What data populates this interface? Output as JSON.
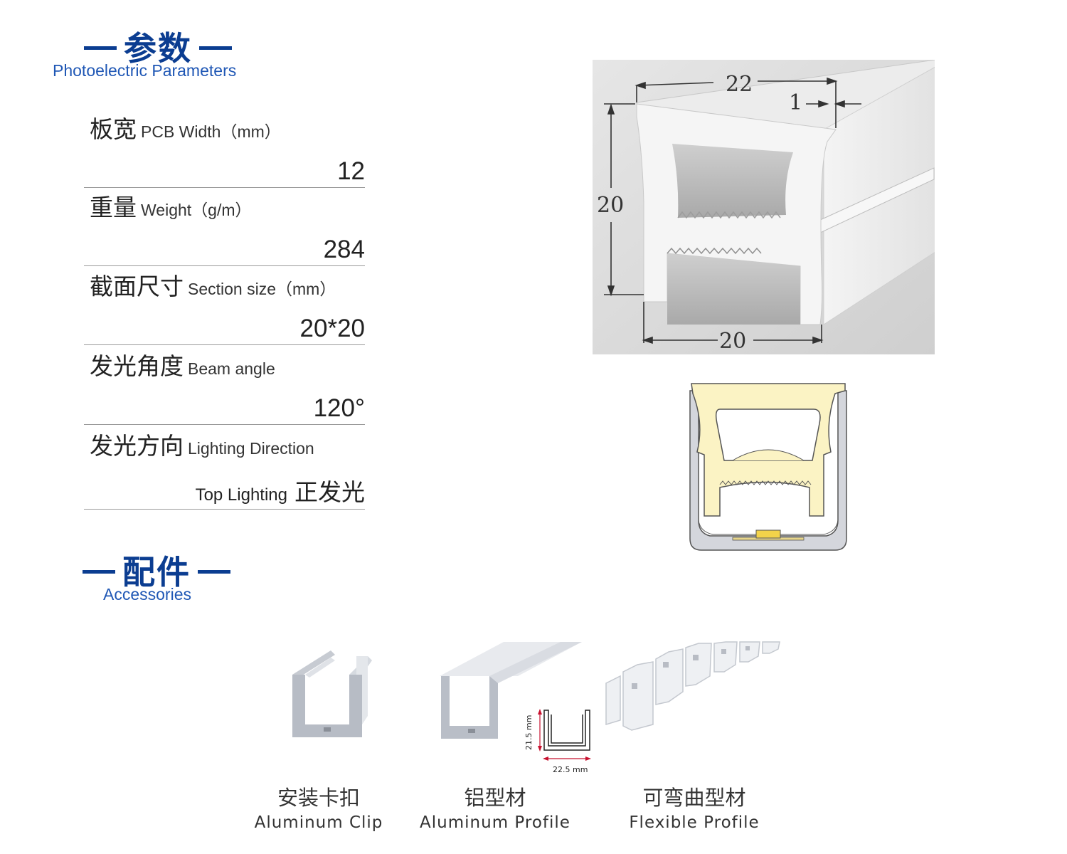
{
  "params_section": {
    "title_cn": "参数",
    "title_en": "Photoelectric Parameters"
  },
  "params": [
    {
      "label_cn": "板宽",
      "label_en": "PCB Width（mm）",
      "value": "12"
    },
    {
      "label_cn": "重量",
      "label_en": "Weight（g/m）",
      "value": "284"
    },
    {
      "label_cn": "截面尺寸",
      "label_en": "Section size（mm）",
      "value": "20*20"
    },
    {
      "label_cn": "发光角度",
      "label_en": "Beam angle",
      "value": "120°"
    },
    {
      "label_cn": "发光方向",
      "label_en": "Lighting Direction",
      "value_en": "Top Lighting",
      "value_cn": "正发光"
    }
  ],
  "diagram": {
    "dim_top": "22",
    "dim_wall": "1",
    "dim_height": "20",
    "dim_bottom": "20"
  },
  "accessories_section": {
    "title_cn": "配件",
    "title_en": "Accessories"
  },
  "accessories": [
    {
      "name_cn": "安装卡扣",
      "name_en": "Aluminum Clip"
    },
    {
      "name_cn": "铝型材",
      "name_en": "Aluminum Profile",
      "dim_height": "21.5 mm",
      "dim_width": "22.5 mm"
    },
    {
      "name_cn": "可弯曲型材",
      "name_en": "Flexible Profile"
    }
  ],
  "colors": {
    "heading": "#0b3d91",
    "glow": "#fbf3c4"
  }
}
